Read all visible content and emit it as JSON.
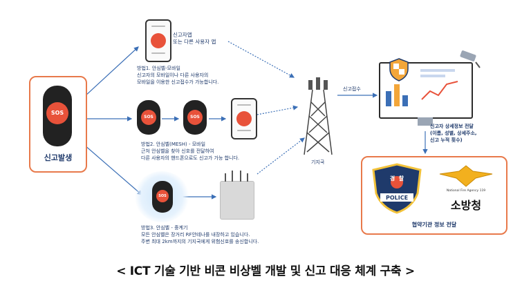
{
  "source_box": {
    "sos_label": "SOS",
    "title": "신고발생"
  },
  "method1": {
    "phone_caption": "신고자앱\n또는 다른 사용자 앱",
    "text": "방법1. 안심벨-모바일\n신고자의 모바일이나 다른 사용자의\n모바일을 이용한 신고접수가 가능합니다."
  },
  "method2": {
    "device1_label": "SOS",
    "device2_label": "SOS",
    "text": "방법2. 안심벨(MESH) - 모바일\n근처 안심벨을 찾아 신호를 전달하여\n다른 사용자의 핸드폰으로도 신고가 가능 합니다."
  },
  "method3": {
    "device_label": "SOS",
    "text": "방법3. 안심벨 - 중계기\n모든 안심벨은 장거리 RF안테나를 내장하고 있습니다.\n주변 최대 2km까지의 기지국에게 위험신호를 송신합니다."
  },
  "tower": {
    "label": "기지국"
  },
  "report": {
    "label": "신고접수"
  },
  "detail": {
    "text": "신고자 상세정보 전달\n(이름, 성별, 상세주소,\n신고 누적 횟수)"
  },
  "agencies": {
    "police_label": "경  찰",
    "police_text": "POLICE",
    "fire_small": "National Fire Agency 119",
    "fire_label": "소방청",
    "title": "협약기관 정보 전달"
  },
  "caption": "< ICT 기술 기반 비콘 비상벨 개발 및 신고 대응 체계 구축 >",
  "colors": {
    "accent_orange": "#e8794a",
    "navy": "#1f3a6b",
    "sos_red": "#e8523a",
    "arrow_blue": "#3b6fb6"
  }
}
